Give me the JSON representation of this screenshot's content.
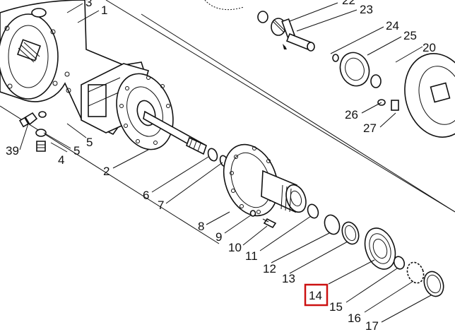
{
  "diagram": {
    "callouts": [
      {
        "id": "p1",
        "label": "1"
      },
      {
        "id": "p2",
        "label": "2"
      },
      {
        "id": "p3",
        "label": "3"
      },
      {
        "id": "p4",
        "label": "4"
      },
      {
        "id": "p5a",
        "label": "5"
      },
      {
        "id": "p5b",
        "label": "5"
      },
      {
        "id": "p6",
        "label": "6"
      },
      {
        "id": "p7",
        "label": "7"
      },
      {
        "id": "p8",
        "label": "8"
      },
      {
        "id": "p9",
        "label": "9"
      },
      {
        "id": "p10",
        "label": "10"
      },
      {
        "id": "p11",
        "label": "11"
      },
      {
        "id": "p12",
        "label": "12"
      },
      {
        "id": "p13",
        "label": "13"
      },
      {
        "id": "p14",
        "label": "14",
        "highlighted": true
      },
      {
        "id": "p15",
        "label": "15"
      },
      {
        "id": "p16",
        "label": "16"
      },
      {
        "id": "p17",
        "label": "17"
      },
      {
        "id": "p20",
        "label": "20"
      },
      {
        "id": "p22",
        "label": "22"
      },
      {
        "id": "p23",
        "label": "23"
      },
      {
        "id": "p24",
        "label": "24"
      },
      {
        "id": "p25",
        "label": "25"
      },
      {
        "id": "p26",
        "label": "26"
      },
      {
        "id": "p27",
        "label": "27"
      },
      {
        "id": "p39",
        "label": "39"
      }
    ],
    "colors": {
      "line": "#111111",
      "background": "#ffffff",
      "highlight": "#cc1111"
    }
  }
}
